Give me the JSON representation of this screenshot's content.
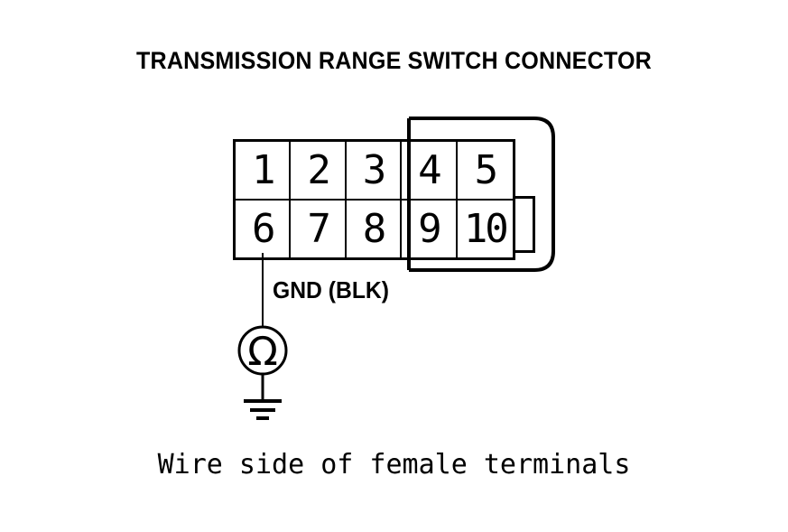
{
  "diagram": {
    "title": "TRANSMISSION RANGE SWITCH CONNECTOR",
    "caption": "Wire side of female terminals",
    "line_color": "#000000",
    "background_color": "#ffffff"
  },
  "connector": {
    "rows": [
      {
        "pins": [
          "1",
          "2",
          "3",
          "4",
          "5"
        ]
      },
      {
        "pins": [
          "6",
          "7",
          "8",
          "9",
          "10"
        ]
      }
    ],
    "extra_compartment_label": ""
  },
  "wiring": {
    "gnd_label": "GND (BLK)",
    "measurement_symbol": "Ω",
    "measurement_name": "ohmmeter",
    "ground_symbol_name": "chassis-ground"
  }
}
